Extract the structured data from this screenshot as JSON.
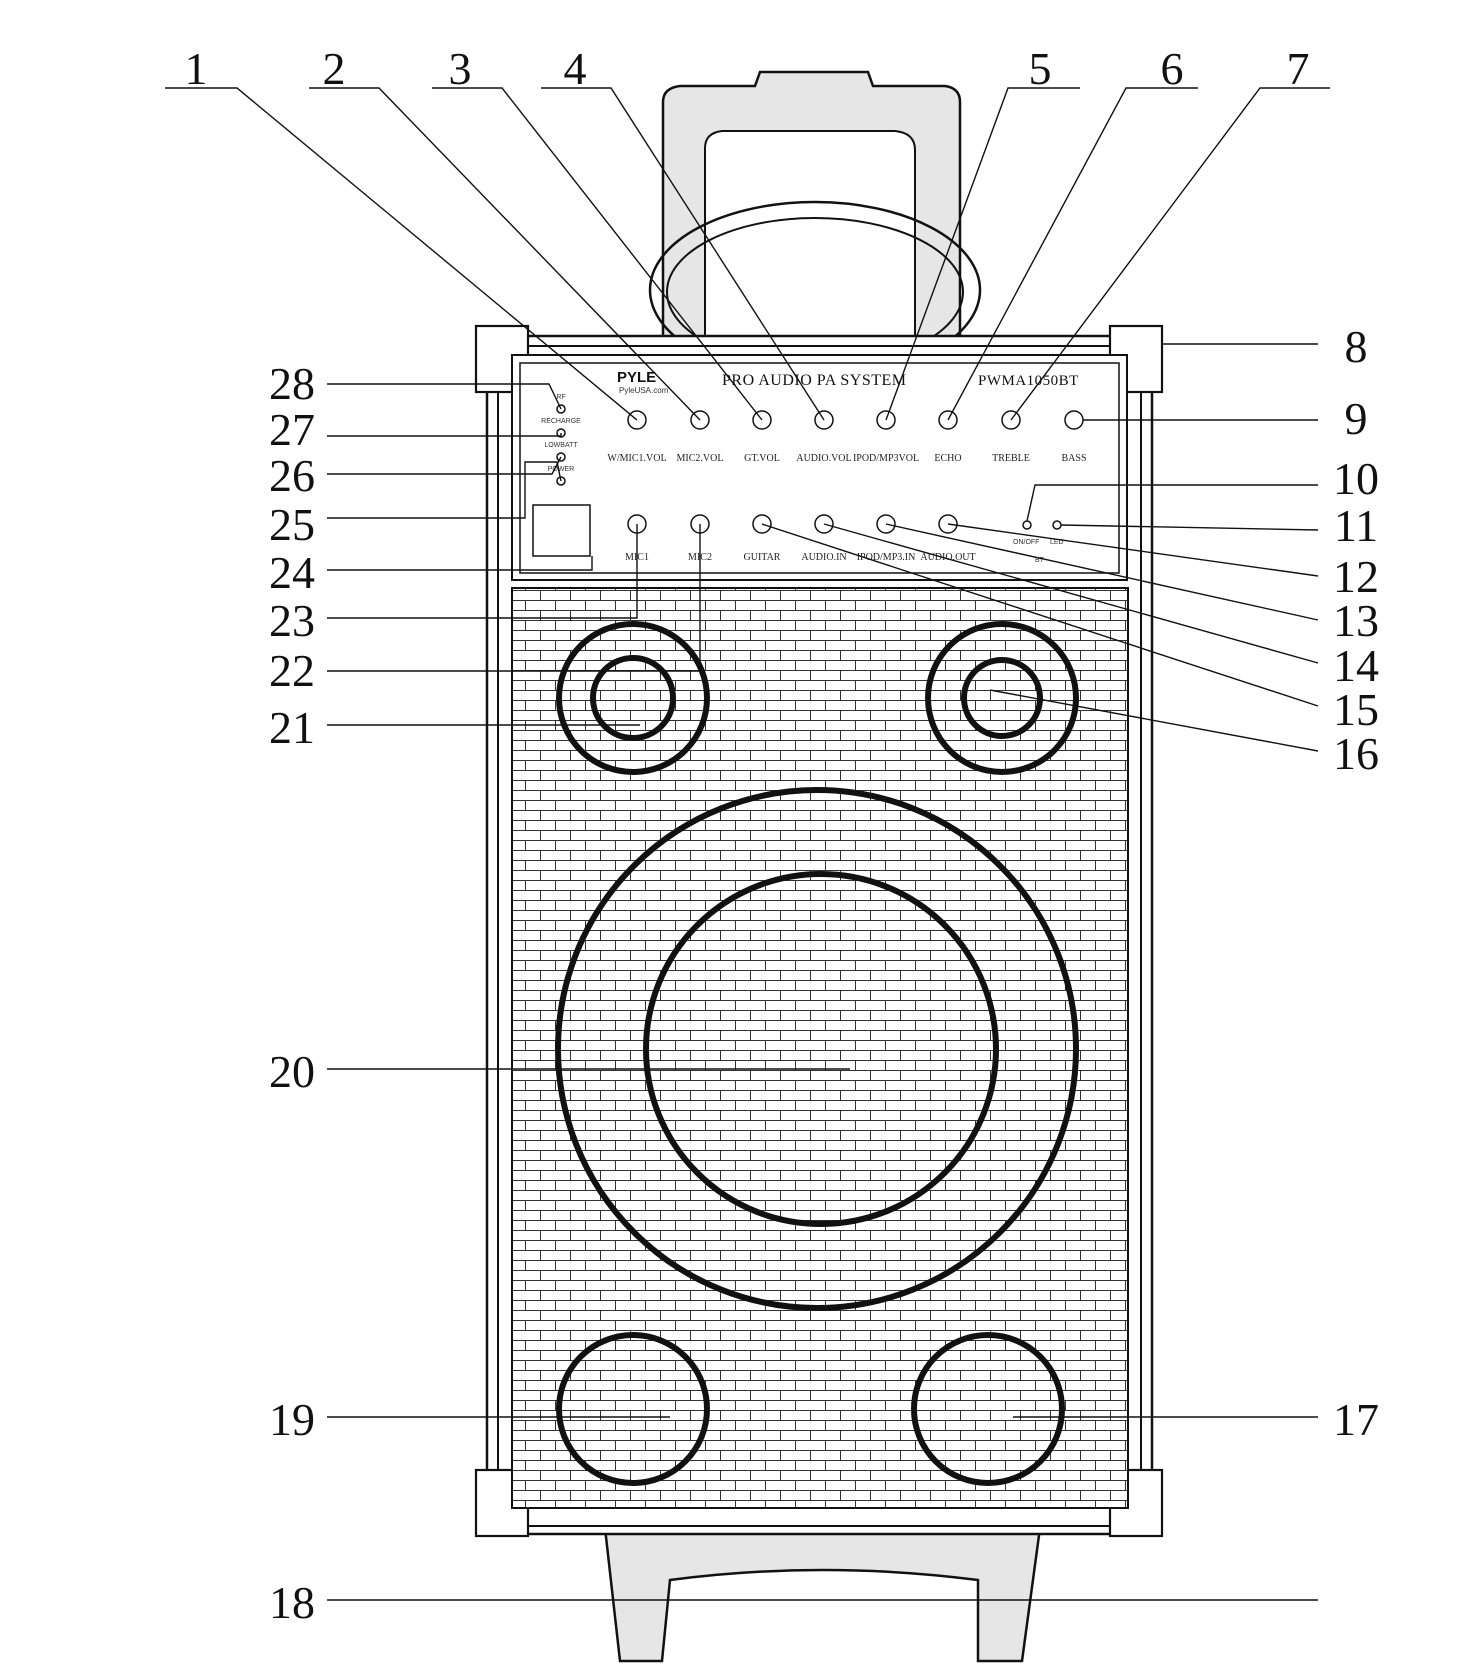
{
  "panel": {
    "brand": "PYLE",
    "brand_url": "PyleUSA.com",
    "title": "PRO AUDIO PA SYSTEM",
    "model": "PWMA1050BT",
    "knob_labels": [
      "W/MIC1.VOL",
      "MIC2.VOL",
      "GT.VOL",
      "AUDIO.VOL",
      "IPOD/MP3VOL",
      "ECHO",
      "TREBLE",
      "BASS"
    ],
    "jack_labels": [
      "MIC1",
      "MIC2",
      "GUITAR",
      "AUDIO.IN",
      "IPOD/MP3.IN",
      "AUDIO.OUT"
    ],
    "indicator_labels": [
      "RF",
      "RECHARGE",
      "LOWBATT",
      "POWER"
    ],
    "bt_labels": [
      "ON/OFF",
      "LED",
      "BT"
    ]
  },
  "callouts": [
    "1",
    "2",
    "3",
    "4",
    "5",
    "6",
    "7",
    "8",
    "9",
    "10",
    "11",
    "12",
    "13",
    "14",
    "15",
    "16",
    "17",
    "18",
    "19",
    "20",
    "21",
    "22",
    "23",
    "24",
    "25",
    "26",
    "27",
    "28"
  ],
  "colors": {
    "line": "#111111",
    "background": "#ffffff",
    "handle": "#e6e6e6"
  }
}
